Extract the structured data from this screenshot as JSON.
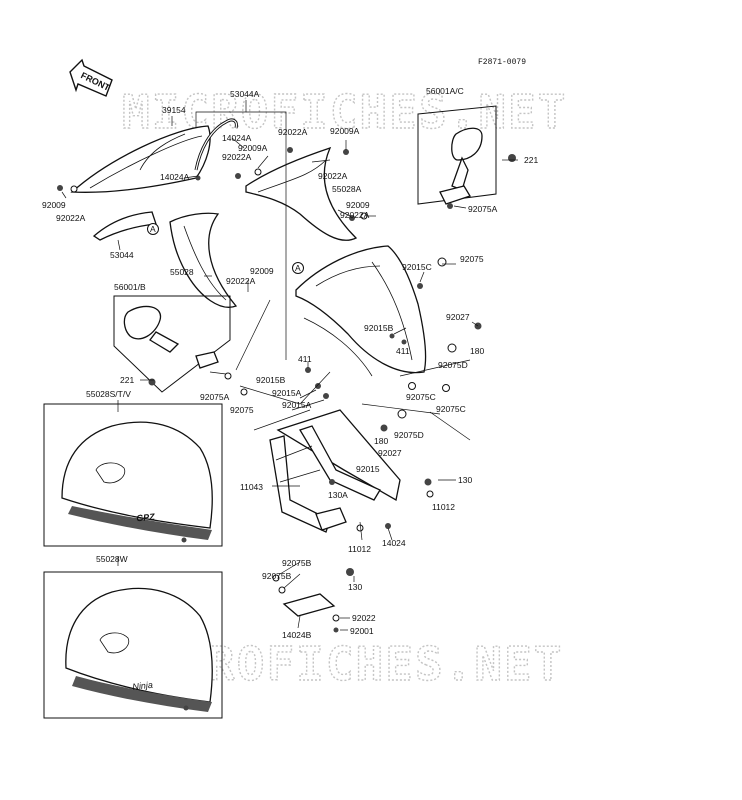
{
  "diagram": {
    "figure_code": "F2871-0079",
    "front_label": "FRONT",
    "watermark": "MICROFICHES.NET",
    "decals": {
      "gpz": "GPZ",
      "ninja": "Ninja"
    },
    "callouts": {
      "p53044A": "53044A",
      "p39154": "39154",
      "p14024A_top": "14024A",
      "p92022A_top": "92022A",
      "p92009A_mid": "92009A",
      "p92009A_r": "92009A",
      "p92022A_mid": "92022A",
      "p14024A_l": "14024A",
      "p92009_l": "92009",
      "p92022A_l": "92022A",
      "p53044": "53044",
      "p92022A_c": "92022A",
      "p55028A": "55028A",
      "p92009_c": "92009",
      "p92022A_c2": "92022A",
      "p56001AC": "56001A/C",
      "p221_r": "221",
      "p92075A_r": "92075A",
      "p55028": "55028",
      "p92009_m": "92009",
      "p92022A_m": "92022A",
      "p92015C": "92015C",
      "p92075_r": "92075",
      "p56001B": "56001/B",
      "p92015B_r": "92015B",
      "p411_r": "411",
      "p92027_r": "92027",
      "p180_r": "180",
      "p92075D_r": "92075D",
      "p411_m": "411",
      "p92015B_m": "92015B",
      "p92015A_m": "92015A",
      "p92075C_r": "92075C",
      "p92075C_r2": "92075C",
      "p221_l": "221",
      "p92075A_l": "92075A",
      "p92075_l": "92075",
      "p92015A_b": "92015A",
      "p55028STV": "55028S/T/V",
      "p180_b": "180",
      "p92075D_b": "92075D",
      "p92027_b": "92027",
      "p92015_b": "92015",
      "p11043": "11043",
      "p130A": "130A",
      "p130_r": "130",
      "p11012_r": "11012",
      "p14024_b": "14024",
      "p11012_b": "11012",
      "p55028W": "55028W",
      "p92075B_a": "92075B",
      "p92075B_b": "92075B",
      "p130_b": "130",
      "p92022_b": "92022",
      "p14024B": "14024B",
      "p92001": "92001"
    },
    "refs": {
      "a1": "A",
      "a2": "A"
    }
  }
}
